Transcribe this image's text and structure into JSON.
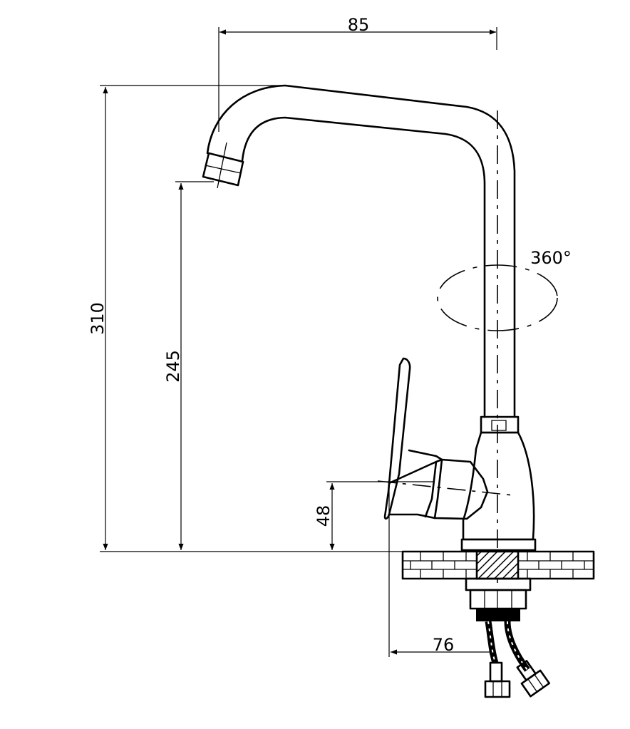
{
  "dimensions": {
    "reach": "85",
    "total_height": "310",
    "spout_height": "245",
    "handle_height": "48",
    "base_offset": "76",
    "rotation": "360°"
  },
  "colors": {
    "line": "#000000",
    "background": "#ffffff",
    "hatch_fill": "#9a9a9a"
  }
}
